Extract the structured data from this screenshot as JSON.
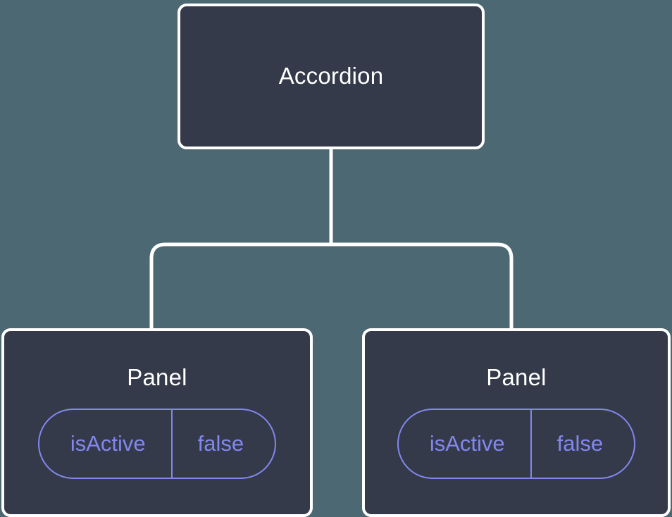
{
  "diagram": {
    "background_color": "#4c6873",
    "node_fill_color": "#343a49",
    "node_border_color": "#ffffff",
    "edge_color": "#ffffff",
    "prop_accent_color": "#8287ee",
    "root": {
      "title": "Accordion"
    },
    "children": [
      {
        "title": "Panel",
        "prop_key": "isActive",
        "prop_value": "false"
      },
      {
        "title": "Panel",
        "prop_key": "isActive",
        "prop_value": "false"
      }
    ]
  }
}
